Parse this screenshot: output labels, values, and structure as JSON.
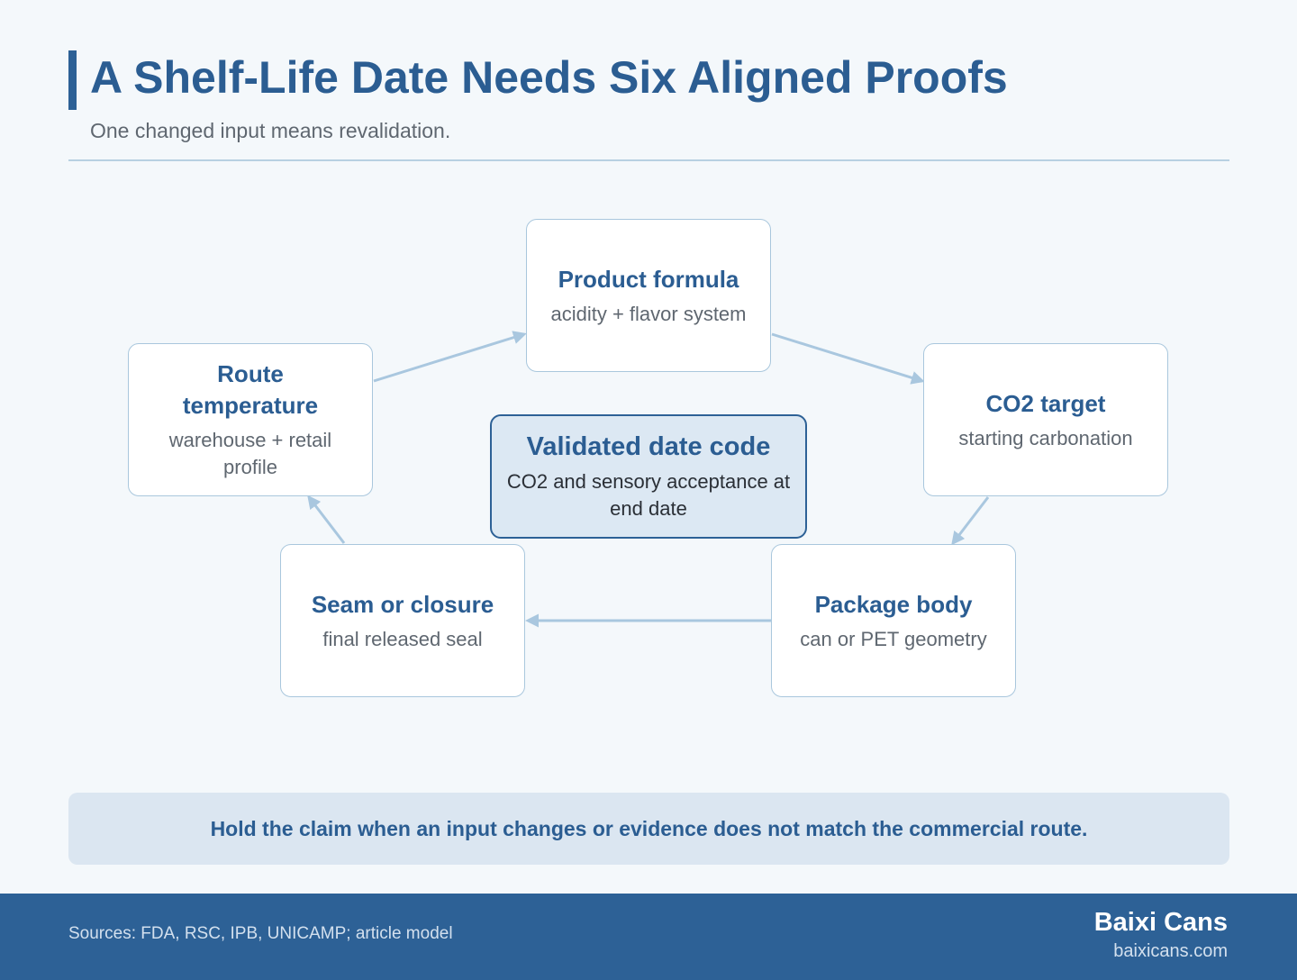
{
  "header": {
    "title": "A Shelf-Life Date Needs Six Aligned Proofs",
    "subtitle": "One changed input means revalidation."
  },
  "diagram": {
    "nodes": {
      "product_formula": {
        "title": "Product formula",
        "subtitle": "acidity + flavor system"
      },
      "co2_target": {
        "title": "CO2 target",
        "subtitle": "starting carbonation"
      },
      "package_body": {
        "title": "Package body",
        "subtitle": "can or PET geometry"
      },
      "seam_closure": {
        "title": "Seam or closure",
        "subtitle": "final released seal"
      },
      "route_temperature": {
        "title": "Route temperature",
        "subtitle": "warehouse + retail profile"
      }
    },
    "center": {
      "title": "Validated date code",
      "subtitle": "CO2 and sensory acceptance at end date"
    },
    "cycle_order": [
      "route_temperature",
      "product_formula",
      "co2_target",
      "package_body",
      "seam_closure",
      "route_temperature"
    ],
    "arrow_color": "#a9c7df"
  },
  "callout": {
    "text": "Hold the claim when an input changes or evidence does not match the commercial route."
  },
  "footer": {
    "sources": "Sources: FDA, RSC, IPB, UNICAMP; article model",
    "brand": "Baixi Cans",
    "site": "baixicans.com"
  },
  "colors": {
    "primary": "#2d6196",
    "background": "#f4f8fb",
    "callout_bg": "#dbe6f1",
    "center_bg": "#dce8f3"
  }
}
